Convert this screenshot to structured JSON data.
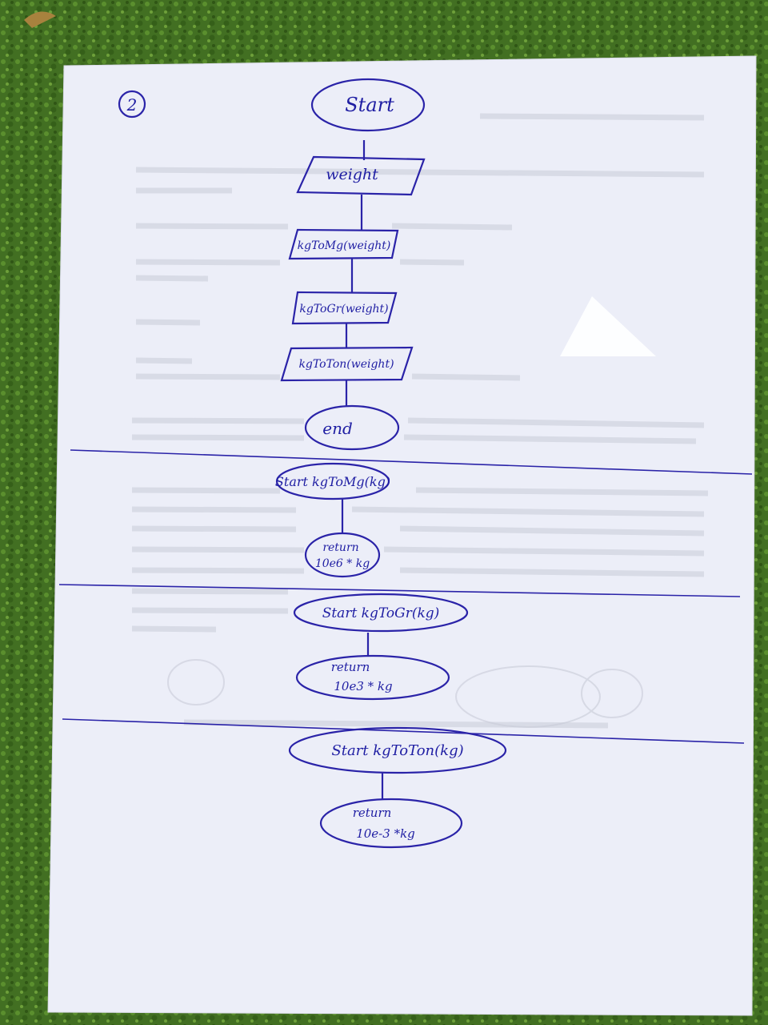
{
  "page_number": "2",
  "flowchart_main": {
    "start": "Start",
    "input": "weight",
    "step1": "kgToMg(weight)",
    "step2": "kgToGr(weight)",
    "step3": "kgToTon(weight)",
    "end": "end"
  },
  "func_mg": {
    "start": "Start kgToMg(kg)",
    "return_l1": "return",
    "return_l2": "10e6 * kg"
  },
  "func_gr": {
    "start": "Start kgToGr(kg)",
    "return_l1": "return",
    "return_l2": "10e3 * kg"
  },
  "func_ton": {
    "start": "Start kgToTon(kg)",
    "return_l1": "return",
    "return_l2": "10e-3 *kg"
  },
  "colors": {
    "ink": "#2a23a8",
    "paper": "#eceef8",
    "grass": "#3f6b1f"
  }
}
